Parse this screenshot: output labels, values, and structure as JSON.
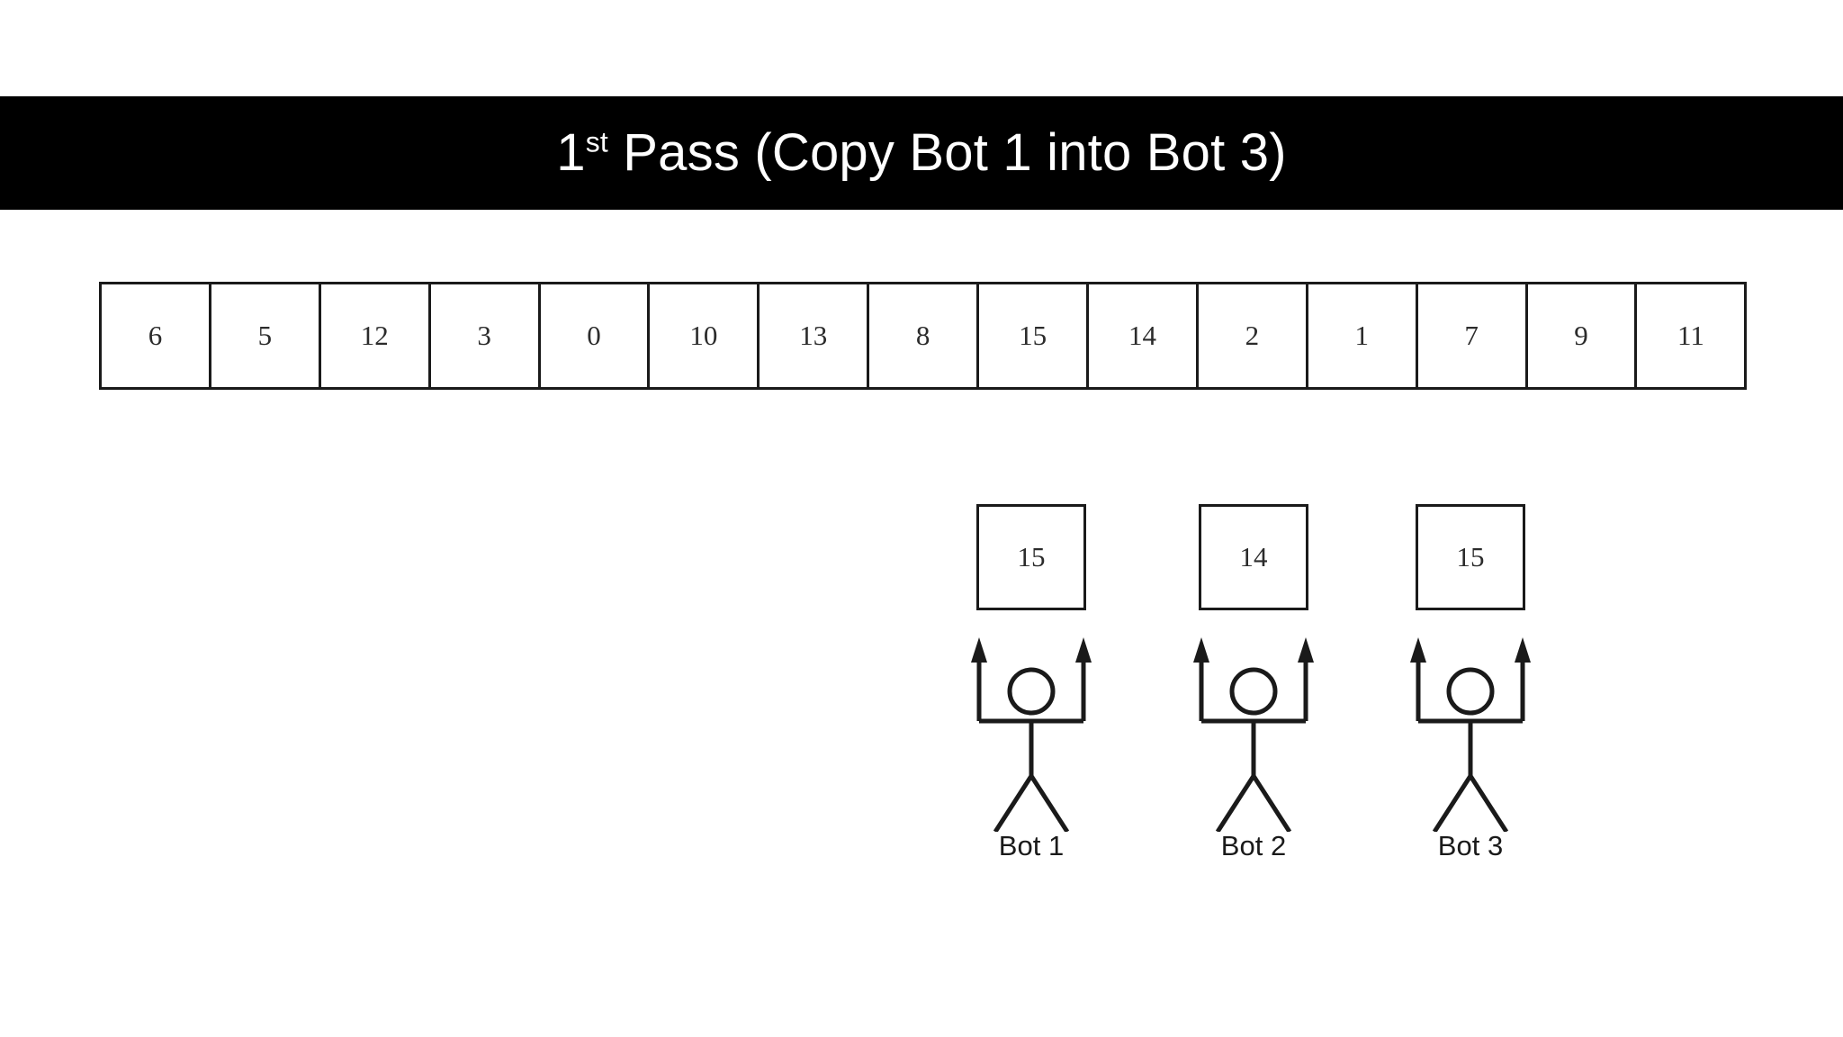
{
  "slide": {
    "background_color": "#ffffff",
    "banner_color": "#000000",
    "ink_color": "#1a1a1a"
  },
  "title": {
    "ordinal_number": "1",
    "ordinal_suffix": "st",
    "rest": " Pass (Copy Bot 1 into Bot 3)",
    "full_text": "1st Pass (Copy Bot 1 into Bot 3)"
  },
  "array": {
    "name": "data-array",
    "cell_count": 15,
    "values": [
      "6",
      "5",
      "12",
      "3",
      "0",
      "10",
      "13",
      "8",
      "15",
      "14",
      "2",
      "1",
      "7",
      "9",
      "11"
    ]
  },
  "bots": [
    {
      "label": "Bot 1",
      "value": "15"
    },
    {
      "label": "Bot 2",
      "value": "14"
    },
    {
      "label": "Bot 3",
      "value": "15"
    }
  ]
}
